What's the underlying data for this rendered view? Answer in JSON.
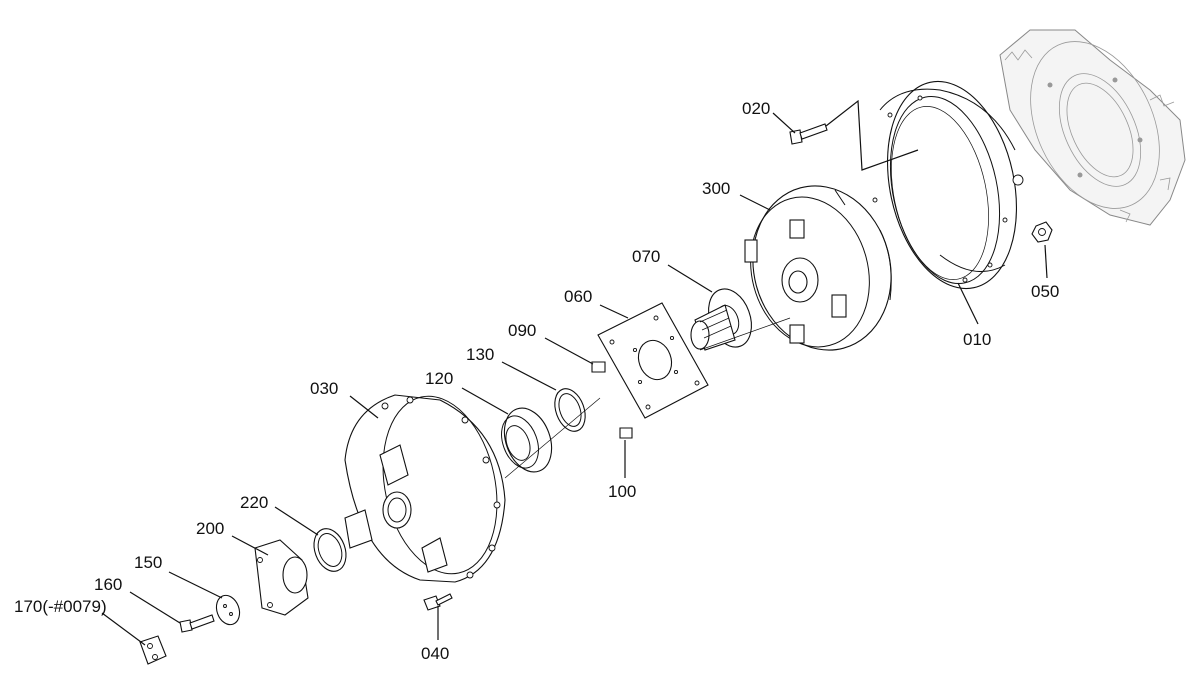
{
  "diagram": {
    "callouts": [
      {
        "id": "020",
        "text": "020"
      },
      {
        "id": "300",
        "text": "300"
      },
      {
        "id": "070",
        "text": "070"
      },
      {
        "id": "060",
        "text": "060"
      },
      {
        "id": "090",
        "text": "090"
      },
      {
        "id": "130",
        "text": "130"
      },
      {
        "id": "120",
        "text": "120"
      },
      {
        "id": "030",
        "text": "030"
      },
      {
        "id": "220",
        "text": "220"
      },
      {
        "id": "200",
        "text": "200"
      },
      {
        "id": "150",
        "text": "150"
      },
      {
        "id": "160",
        "text": "160"
      },
      {
        "id": "170",
        "text": "170(-#0079)"
      },
      {
        "id": "100",
        "text": "100"
      },
      {
        "id": "040",
        "text": "040"
      },
      {
        "id": "050",
        "text": "050"
      },
      {
        "id": "010",
        "text": "010"
      }
    ]
  }
}
